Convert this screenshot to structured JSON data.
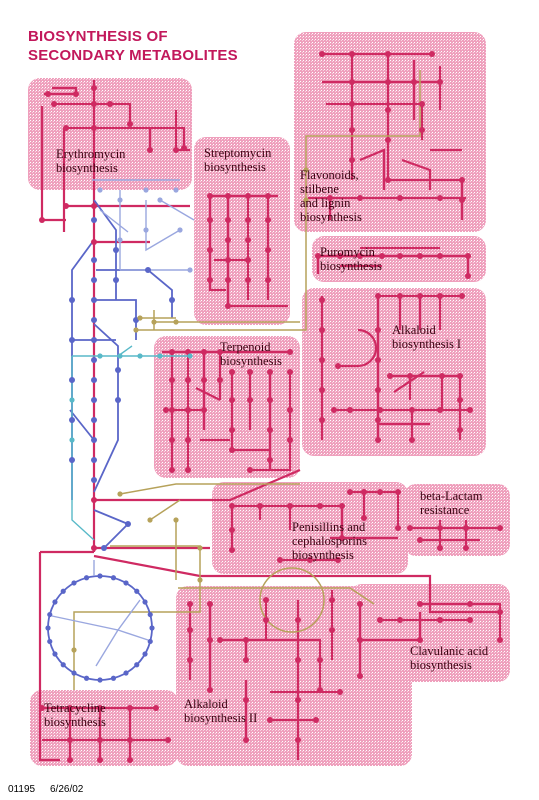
{
  "map": {
    "title_line1": "BIOSYNTHESIS OF",
    "title_line2": "SECONDARY METABOLITES",
    "footer_id": "01195",
    "footer_date": "6/26/02"
  },
  "regions": [
    {
      "key": "erythromycin",
      "lines": [
        "Erythromycin",
        "biosynthesis"
      ]
    },
    {
      "key": "streptomycin",
      "lines": [
        "Streptomycin",
        "biosynthesis"
      ]
    },
    {
      "key": "flavonoids",
      "lines": [
        "Flavonoids,",
        "stilbene",
        "and lignin",
        "biosynthesis"
      ]
    },
    {
      "key": "puromycin",
      "lines": [
        "Puromycin",
        "biosynthesis"
      ]
    },
    {
      "key": "alkaloid1",
      "lines": [
        "Alkaloid",
        "biosynthesis I"
      ]
    },
    {
      "key": "terpenoid",
      "lines": [
        "Terpenoid",
        "biosynthesis"
      ]
    },
    {
      "key": "betalactam",
      "lines": [
        "beta-Lactam",
        "resistance"
      ]
    },
    {
      "key": "penicillins",
      "lines": [
        "Penisillins and",
        "cephalosporins",
        "biosynthesis"
      ]
    },
    {
      "key": "clavulanic",
      "lines": [
        "Clavulanic acid",
        "biosynthesis"
      ]
    },
    {
      "key": "tetracycline",
      "lines": [
        "Tetracycline",
        "biosynthesis"
      ]
    },
    {
      "key": "alkaloid2",
      "lines": [
        "Alkaloid",
        "biosynthesis II"
      ]
    }
  ],
  "colors": {
    "region_fill": "#f2a9c3",
    "region_hatch": "#ffffff",
    "title": "#c2185b",
    "pathway_main": "#cf2a62",
    "pathway_blue": "#5a66c8",
    "pathway_lightblue": "#9aa7df",
    "pathway_cyan": "#58b9c8",
    "pathway_olive": "#b6a25a"
  }
}
